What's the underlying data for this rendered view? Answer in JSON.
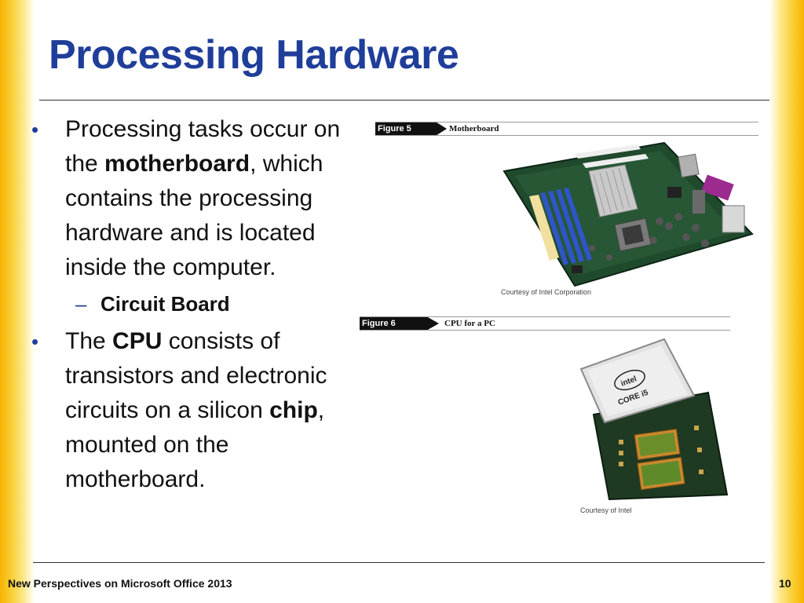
{
  "slide": {
    "title": "Processing Hardware",
    "bullets": [
      {
        "parts": [
          {
            "text": "Processing tasks occur on the ",
            "bold": false
          },
          {
            "text": "motherboard",
            "bold": true
          },
          {
            "text": ", which contains the processing hardware and is located inside the computer.",
            "bold": false
          }
        ],
        "sub": "Circuit Board"
      },
      {
        "parts": [
          {
            "text": "The ",
            "bold": false
          },
          {
            "text": "CPU",
            "bold": true
          },
          {
            "text": " consists of transistors and electronic circuits on a silicon ",
            "bold": false
          },
          {
            "text": "chip",
            "bold": true
          },
          {
            "text": ", mounted on the motherboard.",
            "bold": false
          }
        ]
      }
    ]
  },
  "figures": {
    "fig5": {
      "label": "Figure 5",
      "title": "Motherboard",
      "courtesy": "Courtesy of Intel Corporation"
    },
    "fig6": {
      "label": "Figure 6",
      "title": "CPU for a PC",
      "courtesy": "Courtesy of Intel"
    }
  },
  "chip_logo": {
    "brand": "intel",
    "line": "CORE i5"
  },
  "footer": {
    "left": "New Perspectives on Microsoft Office 2013",
    "page": "10"
  },
  "colors": {
    "title": "#1f3e9a",
    "edge": "#f6b400",
    "bullet": "#1f3e9a"
  }
}
